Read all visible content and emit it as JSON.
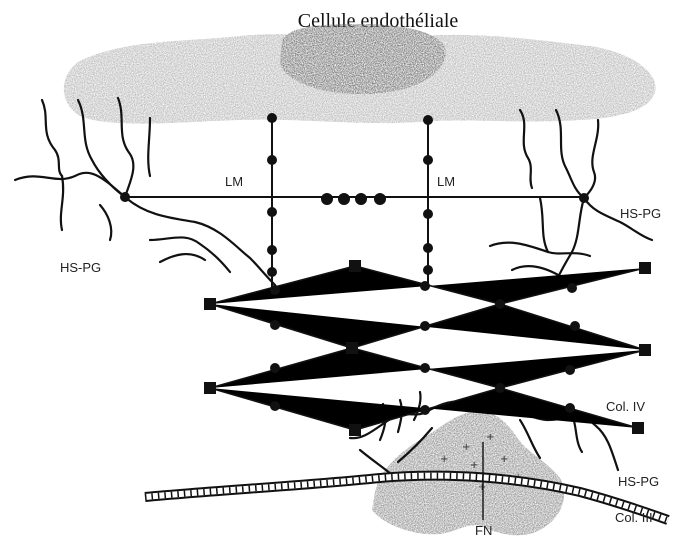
{
  "title": "Cellule endothéliale",
  "labels": {
    "lm_left": "LM",
    "lm_right": "LM",
    "hspg_left": "HS-PG",
    "hspg_right_top": "HS-PG",
    "col_iv": "Col. IV",
    "hspg_right_bottom": "HS-PG",
    "col_iii": "Col. III",
    "fn": "FN"
  },
  "colors": {
    "ink": "#111111",
    "cell_fill": "#b8b8b8",
    "nucleus_fill": "#777777",
    "fn_fill": "#9a9a9a"
  }
}
